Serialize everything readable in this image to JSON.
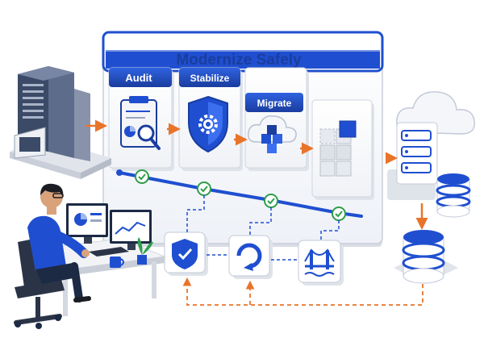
{
  "title": "Modernize Safely",
  "stages": [
    {
      "label": "Audit",
      "icon": "clipboard-magnifier-icon"
    },
    {
      "label": "Stabilize",
      "icon": "shield-gear-icon"
    },
    {
      "label": "Migrate",
      "icon": "cloud-cubes-icon"
    },
    {
      "label": "",
      "icon": "cube-stack-icon"
    }
  ],
  "safeguards": [
    {
      "icon": "shield-check-icon"
    },
    {
      "icon": "refresh-icon"
    },
    {
      "icon": "bridge-icon"
    }
  ],
  "colors": {
    "brand_blue": "#1f4fd0",
    "deep_blue": "#1a3d9e",
    "orange_arrow": "#e8742a",
    "check_green": "#2e9e4a",
    "panel_bg": "#eef1f7"
  }
}
